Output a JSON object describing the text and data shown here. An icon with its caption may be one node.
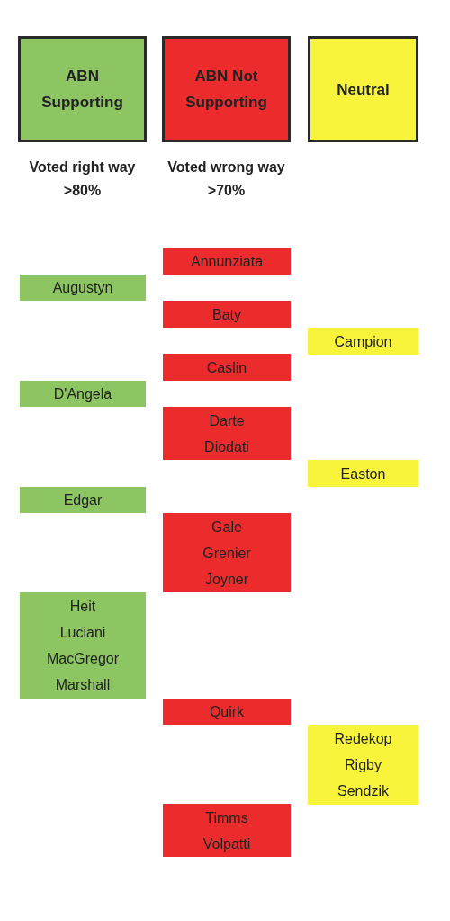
{
  "diagram": {
    "nodes": [
      {
        "text": [
          "ABN Supporting"
        ],
        "beside": [
          "Voted right way >80%"
        ]
      },
      {
        "text": [
          "ABN Not Supporting"
        ],
        "beside": [
          "Voted wrong way >70%"
        ]
      },
      {
        "text": [
          "Neutral"
        ]
      },
      {
        "text": [
          "Annunziata"
        ]
      },
      {
        "text": [
          "Augustyn"
        ]
      },
      {
        "text": [
          "Baty"
        ]
      },
      {
        "text": [
          "Campion"
        ]
      },
      {
        "text": [
          "Caslin"
        ]
      },
      {
        "text": [
          "D'Angela"
        ]
      },
      {
        "text": [
          "Darte",
          "Diodati"
        ]
      },
      {
        "text": [
          "Easton"
        ]
      },
      {
        "text": [
          "Edgar"
        ]
      },
      {
        "text": [
          "Gale",
          "Grenier",
          "Joyner"
        ]
      },
      {
        "text": [
          "Heit",
          "Luciani",
          "MacGregor",
          "Marshall"
        ]
      },
      {
        "text": [
          "Quirk"
        ]
      },
      {
        "text": [
          "Redekop",
          "Rigby",
          "Sendzik"
        ]
      },
      {
        "text": [
          "Timms",
          "Volpatti"
        ]
      }
    ]
  }
}
